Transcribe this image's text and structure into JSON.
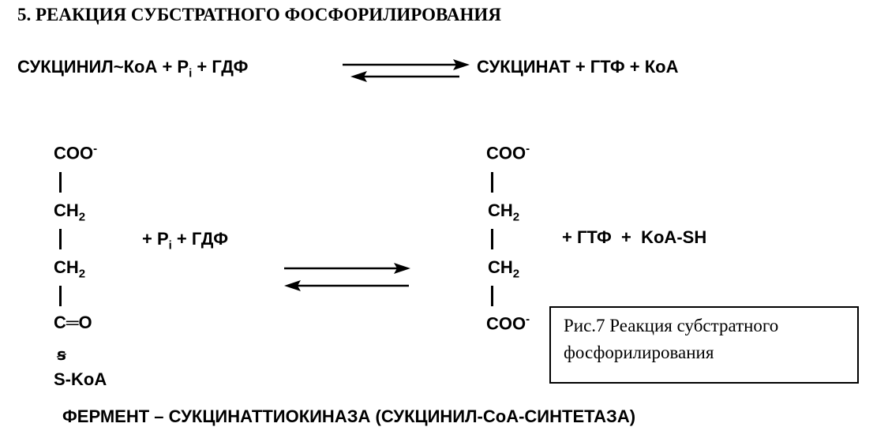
{
  "heading": "5. РЕАКЦИЯ СУБСТРАТНОГО ФОСФОРИЛИРОВАНИЯ",
  "equation": {
    "left": "СУКЦИНИЛ~КоА + P",
    "left_sub": "i",
    "left_tail": " + ГДФ",
    "right": "СУКЦИНАТ + ГТФ + КоА"
  },
  "succinyl_coa": {
    "coo": "COO",
    "coo_charge": "-",
    "ch2_a": "CH",
    "ch2_a_sub": "2",
    "ch2_b": "CH",
    "ch2_b_sub": "2",
    "co": "C═O",
    "s_bond": "ꞩ",
    "skoa": "S-KoA"
  },
  "reactants_extra": {
    "text": "+ P",
    "sub": "i",
    "tail": " + ГДФ"
  },
  "succinate": {
    "coo_top": "COO",
    "coo_top_charge": "-",
    "ch2_a": "CH",
    "ch2_a_sub": "2",
    "ch2_b": "CH",
    "ch2_b_sub": "2",
    "coo_bottom": "COO",
    "coo_bottom_charge": "-"
  },
  "products_extra": "+ ГТФ  +  KoA-SH",
  "caption": {
    "line1": "Рис.7 Реакция субстратного",
    "line2": "фосфорилирования"
  },
  "footer": "ФЕРМЕНТ – СУКЦИНАТТИОКИНАЗА (СУКЦИНИЛ-СоА-СИНТЕТАЗА)"
}
